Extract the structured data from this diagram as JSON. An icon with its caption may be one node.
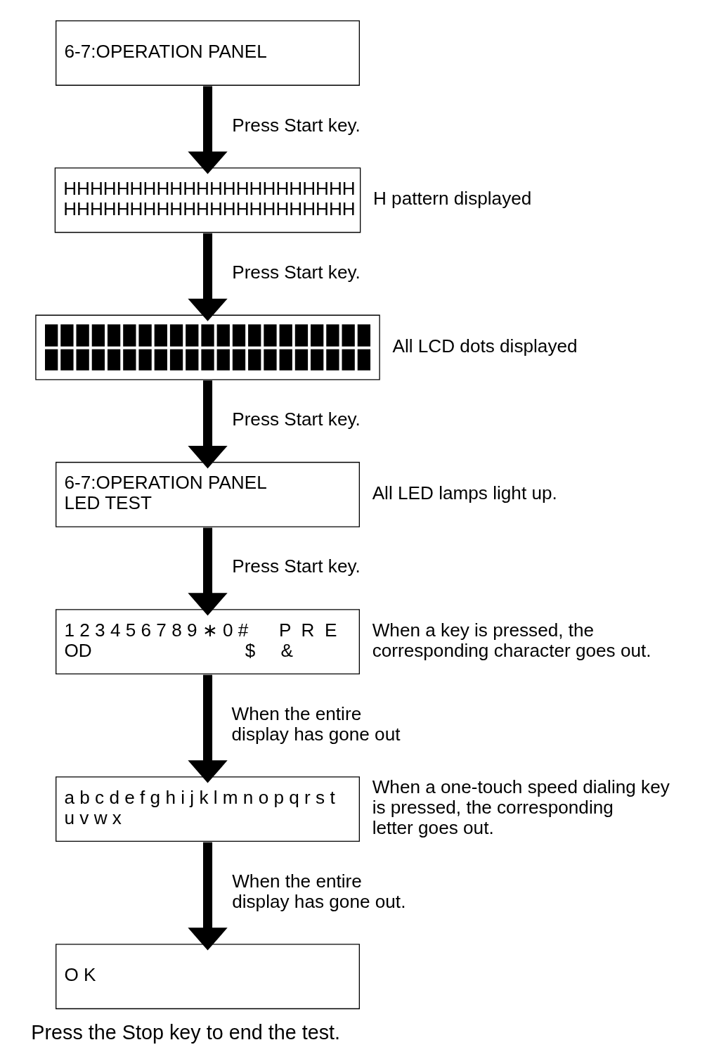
{
  "diagram": {
    "caption": "Press the Stop key to end the test.",
    "nodes": [
      {
        "text": [
          "6-7:OPERATION PANEL"
        ]
      },
      {
        "text": [
          "HHHHHHHHHHHHHHHHHHHHHH",
          "HHHHHHHHHHHHHHHHHHHHHH"
        ],
        "beside": [
          "H pattern displayed"
        ]
      },
      {
        "text": [],
        "shape": "bar",
        "beside": [
          "All LCD dots displayed"
        ]
      },
      {
        "text": [
          "6-7:OPERATION PANEL",
          "LED TEST"
        ],
        "beside": [
          "All LED lamps light up."
        ]
      },
      {
        "text": [
          "1 2 3 4 5 6 7 8 9 ∗ 0 #      P  R  E",
          "OD                              $     &"
        ],
        "beside": [
          "When a key is pressed, the corresponding character goes out."
        ]
      },
      {
        "text": [
          "a b c d e f g h i j k l m n o p q r s t",
          "u v w x"
        ],
        "beside": [
          "When a one-touch speed dialing key is pressed, the corresponding letter goes out."
        ]
      },
      {
        "text": [
          "O K"
        ]
      }
    ],
    "edges": [
      {
        "from": 0,
        "to": 1,
        "arrow": "to",
        "label": "Press Start key."
      },
      {
        "from": 1,
        "to": 2,
        "arrow": "to",
        "label": "Press Start key."
      },
      {
        "from": 2,
        "to": 3,
        "arrow": "to",
        "label": "Press Start key."
      },
      {
        "from": 3,
        "to": 4,
        "arrow": "to",
        "label": "Press Start key."
      },
      {
        "from": 4,
        "to": 5,
        "arrow": "to",
        "label": "When the entire display has gone out"
      },
      {
        "from": 5,
        "to": 6,
        "arrow": "to",
        "label": "When the entire display has gone out."
      }
    ]
  }
}
